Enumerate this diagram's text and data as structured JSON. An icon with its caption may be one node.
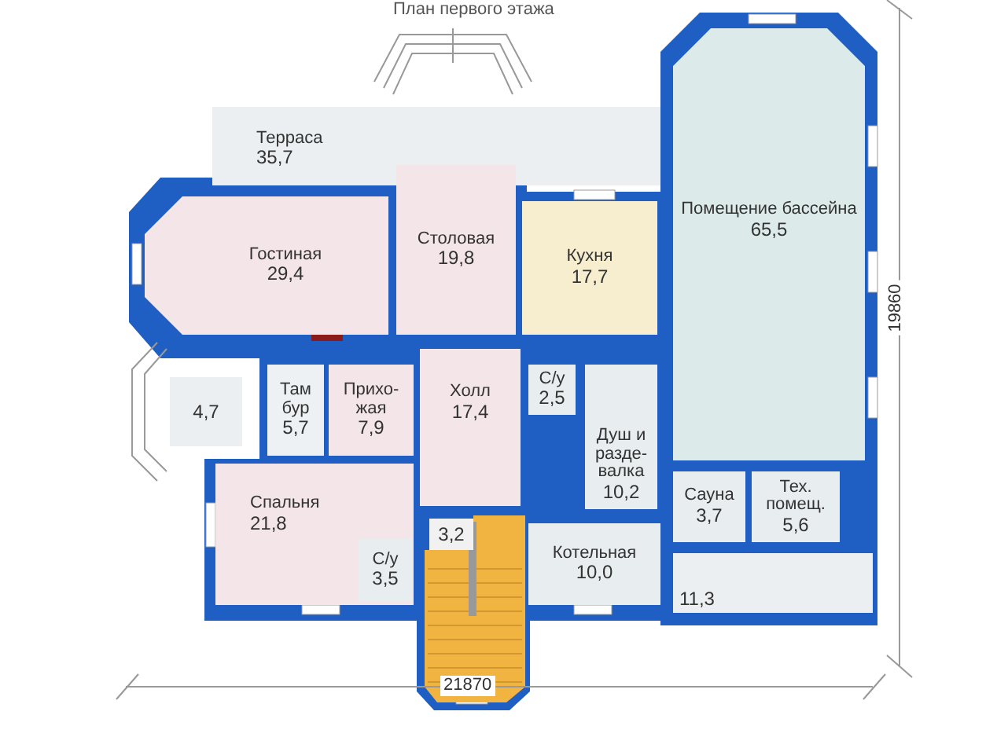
{
  "diagram": {
    "title": "План первого этажа",
    "nodes": [
      {
        "text": [
          "Терраса",
          "35,7"
        ]
      },
      {
        "text": [
          "Гостиная",
          "29,4"
        ]
      },
      {
        "text": [
          "Столовая",
          "19,8"
        ]
      },
      {
        "text": [
          "Кухня",
          "17,7"
        ]
      },
      {
        "text": [
          "Помещение бассейна",
          "65,5"
        ]
      },
      {
        "text": [
          "4,7"
        ]
      },
      {
        "text": [
          "Там бур",
          "5,7"
        ]
      },
      {
        "text": [
          "Прихо-жая",
          "7,9"
        ]
      },
      {
        "text": [
          "Холл",
          "17,4"
        ]
      },
      {
        "text": [
          "С/у",
          "2,5"
        ]
      },
      {
        "text": [
          "Душ и разде-валка",
          "10,2"
        ]
      },
      {
        "text": [
          "Сауна",
          "3,7"
        ]
      },
      {
        "text": [
          "Тех. помещ.",
          "5,6"
        ]
      },
      {
        "text": [
          "Спальня",
          "21,8"
        ]
      },
      {
        "text": [
          "3,2"
        ]
      },
      {
        "text": [
          "С/у",
          "3,5"
        ],
        "in": 13
      },
      {
        "text": [
          "Котельная",
          "10,0"
        ]
      },
      {
        "text": [
          "11,3"
        ]
      }
    ],
    "labels": [
      "19860",
      "21870"
    ]
  }
}
